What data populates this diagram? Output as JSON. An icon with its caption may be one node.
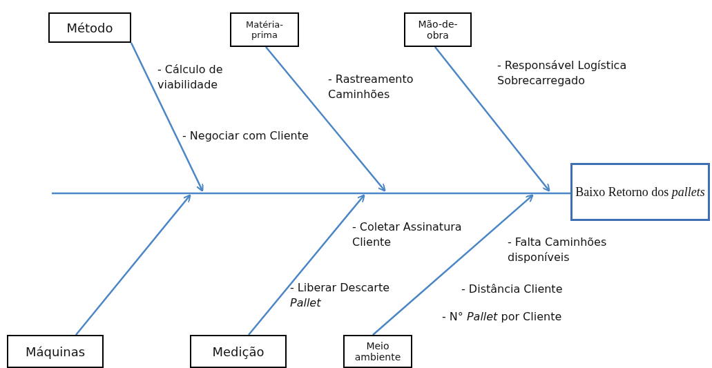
{
  "diagram": {
    "nodes": [
      {
        "text": [
          "Método"
        ]
      },
      {
        "text": [
          "Matéria-prima"
        ]
      },
      {
        "text": [
          "Mão-de-obra"
        ]
      },
      {
        "text": [
          "Baixo Retorno dos *pallets*"
        ]
      },
      {
        "text": [
          "Máquinas"
        ]
      },
      {
        "text": [
          "Medição"
        ]
      },
      {
        "text": [
          "Meio ambiente"
        ]
      }
    ],
    "edges": [
      {
        "from": null,
        "to": 3,
        "arrow": "none"
      },
      {
        "from": 0,
        "to": null,
        "arrow": "to"
      },
      {
        "from": 1,
        "to": null,
        "arrow": "to"
      },
      {
        "from": 2,
        "to": null,
        "arrow": "to"
      },
      {
        "from": 4,
        "to": null,
        "arrow": "to"
      },
      {
        "from": 5,
        "to": null,
        "arrow": "to"
      },
      {
        "from": 6,
        "to": null,
        "arrow": "to"
      }
    ],
    "labels": [
      "- Cálculo de viabilidade",
      "- Rastreamento Caminhões",
      "- Responsável Logística Sobrecarregado",
      "- Negociar com Cliente",
      "- Coletar Assinatura Cliente",
      "- Falta Caminhões disponíveis",
      "- Liberar Descarte *Pallet*",
      "- Distância Cliente",
      "- N° *Pallet* por Cliente"
    ]
  }
}
